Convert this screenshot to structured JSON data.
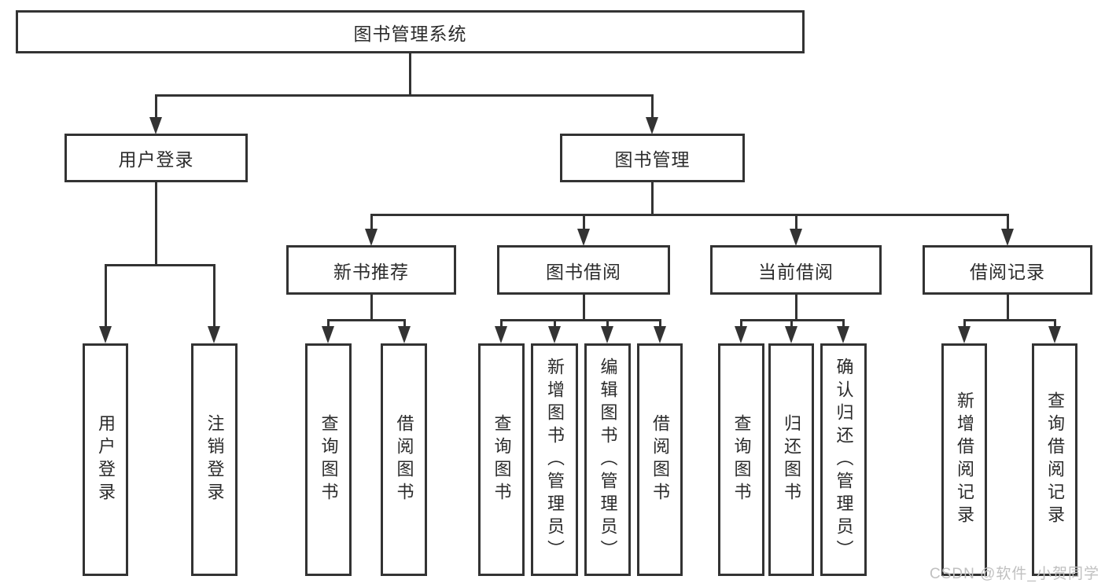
{
  "diagram_title": "图书管理系统",
  "watermark": {
    "text": "CSDN @软件_小贺同学"
  },
  "colors": {
    "line": "#333333",
    "text": "#2b2b2b",
    "background": "#ffffff",
    "watermark": "#c0c0c0"
  },
  "nodes": {
    "root": {
      "label": "图书管理系统"
    },
    "level2": [
      {
        "label": "用户登录"
      },
      {
        "label": "图书管理"
      }
    ],
    "level3": [
      {
        "label": "新书推荐"
      },
      {
        "label": "图书借阅"
      },
      {
        "label": "当前借阅"
      },
      {
        "label": "借阅记录"
      }
    ],
    "leaves": {
      "user_login": [
        {
          "label": "用户登录"
        },
        {
          "label": "注销登录"
        }
      ],
      "new_book": [
        {
          "label": "查询图书"
        },
        {
          "label": "借阅图书"
        }
      ],
      "book_borrow": [
        {
          "label": "查询图书"
        },
        {
          "label": "新增图书（管理员）"
        },
        {
          "label": "编辑图书（管理员）"
        },
        {
          "label": "借阅图书"
        }
      ],
      "current_borrow": [
        {
          "label": "查询图书"
        },
        {
          "label": "归还图书"
        },
        {
          "label": "确认归还（管理员）"
        }
      ],
      "borrow_records": [
        {
          "label": "新增借阅记录"
        },
        {
          "label": "查询借阅记录"
        }
      ]
    }
  }
}
